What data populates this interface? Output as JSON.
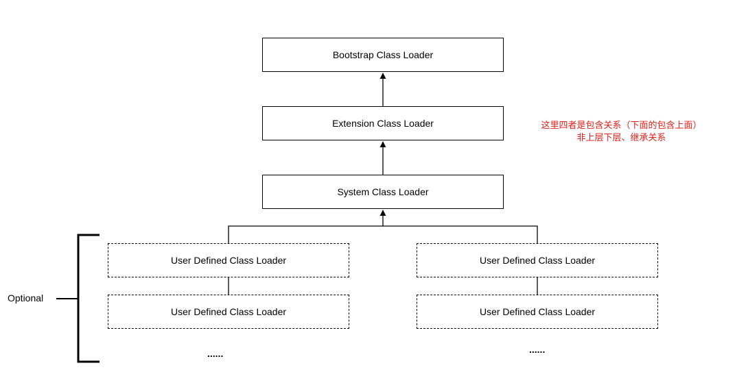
{
  "loaders": {
    "bootstrap": "Bootstrap Class Loader",
    "extension": "Extension Class Loader",
    "system": "System Class Loader"
  },
  "user_defined": {
    "left": [
      "User Defined Class Loader",
      "User Defined Class Loader"
    ],
    "right": [
      "User Defined Class Loader",
      "User Defined Class Loader"
    ],
    "ellipsis_left": "......",
    "ellipsis_right": "......"
  },
  "optional_label": "Optional",
  "note": {
    "line1": "这里四者是包含关系（下面的包含上面）",
    "line2": "非上层下层、继承关系"
  },
  "colors": {
    "note": "#e0211a",
    "lines": "#000000"
  }
}
